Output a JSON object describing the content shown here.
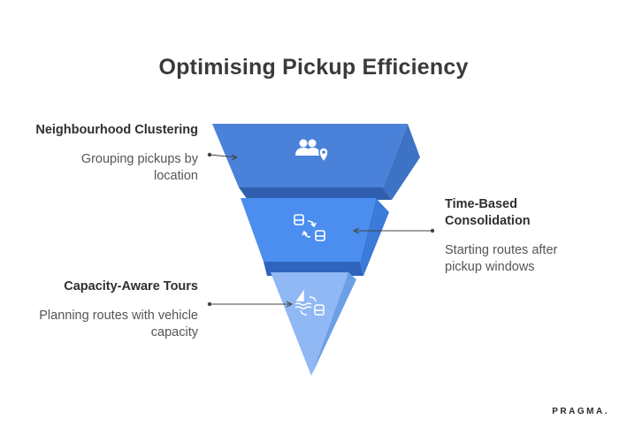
{
  "title": "Optimising Pickup Efficiency",
  "tiers": [
    {
      "name": "Neighbourhood Clustering",
      "description": "Grouping pickups by location",
      "icon": "people-location-icon",
      "color": "#4a82d9"
    },
    {
      "name": "Time-Based Consolidation",
      "description": "Starting routes after pickup windows",
      "icon": "bus-cycle-icon",
      "color": "#4b8ef0"
    },
    {
      "name": "Capacity-Aware Tours",
      "description": "Planning routes with vehicle capacity",
      "icon": "boat-bus-cycle-icon",
      "color": "#8fb8f5"
    }
  ],
  "brand": "PRAGMA."
}
